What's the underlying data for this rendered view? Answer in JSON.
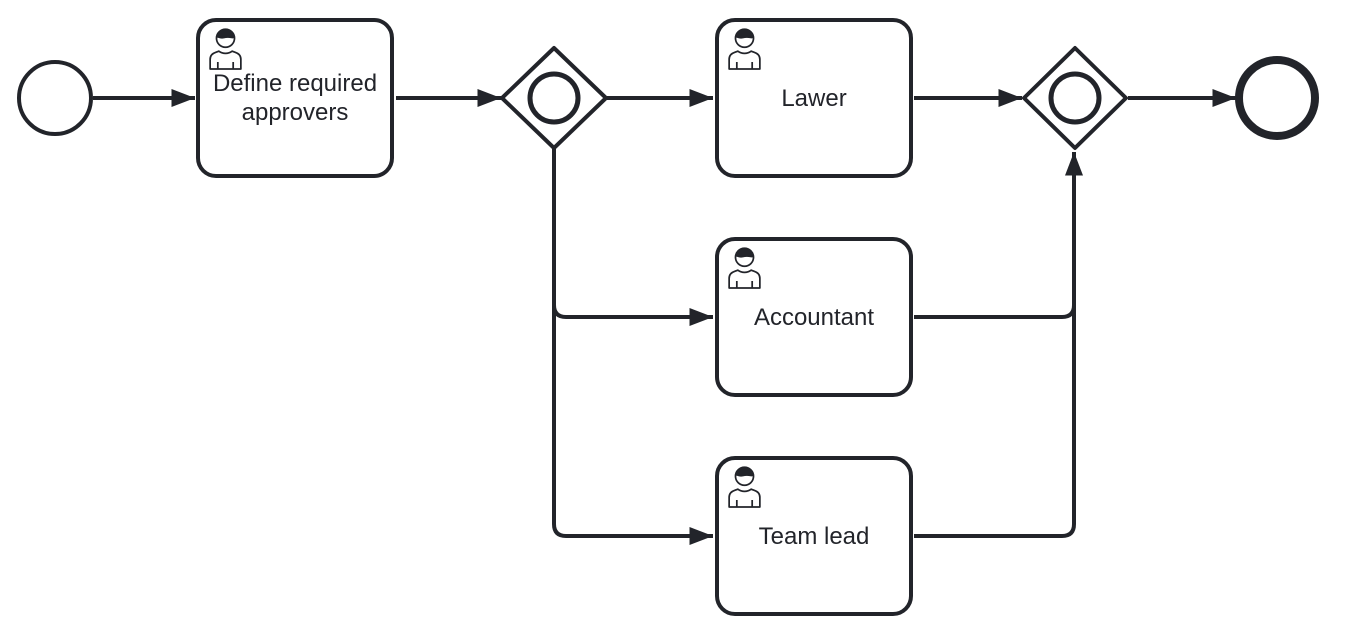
{
  "diagram": {
    "type": "bpmn-process-diagram",
    "colors": {
      "stroke": "#22242A",
      "fill": "#FFFFFF"
    },
    "nodes": [
      {
        "kind": "start-event",
        "label": ""
      },
      {
        "kind": "user-task",
        "label": "Define required approvers"
      },
      {
        "kind": "inclusive-gateway",
        "role": "split",
        "label": ""
      },
      {
        "kind": "user-task",
        "label": "Lawer"
      },
      {
        "kind": "user-task",
        "label": "Accountant"
      },
      {
        "kind": "user-task",
        "label": "Team lead"
      },
      {
        "kind": "inclusive-gateway",
        "role": "join",
        "label": ""
      },
      {
        "kind": "end-event",
        "label": ""
      }
    ],
    "flows": [
      {
        "from": "start-event",
        "to": "Define required approvers"
      },
      {
        "from": "Define required approvers",
        "to": "inclusive-gateway-split"
      },
      {
        "from": "inclusive-gateway-split",
        "to": "Lawer"
      },
      {
        "from": "inclusive-gateway-split",
        "to": "Accountant"
      },
      {
        "from": "inclusive-gateway-split",
        "to": "Team lead"
      },
      {
        "from": "Lawer",
        "to": "inclusive-gateway-join"
      },
      {
        "from": "Accountant",
        "to": "inclusive-gateway-join"
      },
      {
        "from": "Team lead",
        "to": "inclusive-gateway-join"
      },
      {
        "from": "inclusive-gateway-join",
        "to": "end-event"
      }
    ]
  }
}
